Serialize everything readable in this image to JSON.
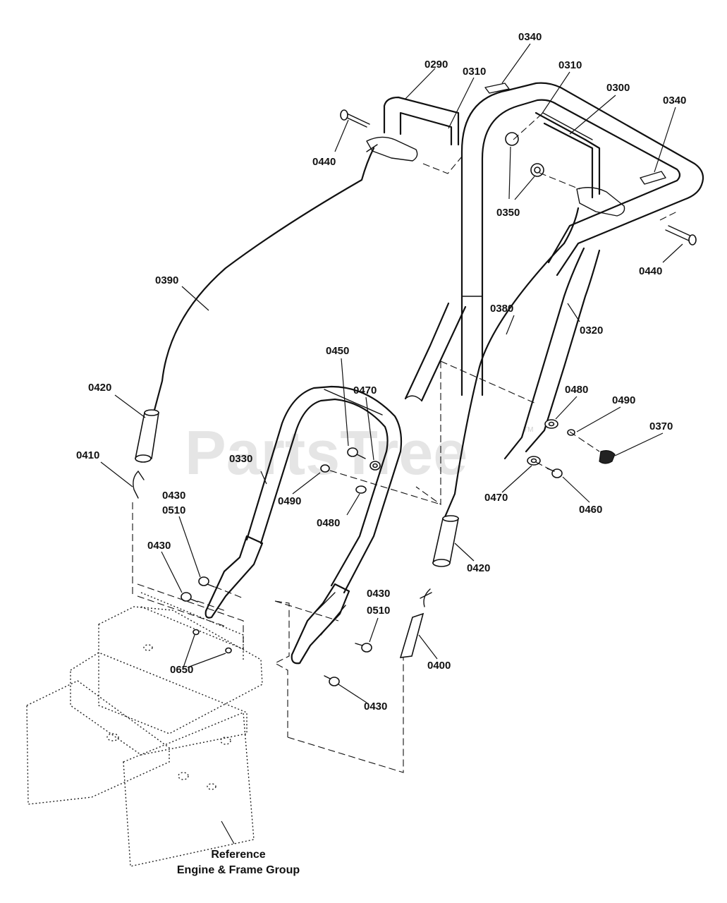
{
  "watermark": {
    "text": "PartsTree",
    "tm": "TM"
  },
  "reference_note": {
    "line1": "Reference",
    "line2": "Engine & Frame Group"
  },
  "callouts": {
    "c0340a": "0340",
    "c0290": "0290",
    "c0310a": "0310",
    "c0310b": "0310",
    "c0300": "0300",
    "c0340b": "0340",
    "c0440a": "0440",
    "c0350": "0350",
    "c0440b": "0440",
    "c0390": "0390",
    "c0380": "0380",
    "c0320": "0320",
    "c0450": "0450",
    "c0470a": "0470",
    "c0420a": "0420",
    "c0480a": "0480",
    "c0490a": "0490",
    "c0370": "0370",
    "c0410": "0410",
    "c0330": "0330",
    "c0490b": "0490",
    "c0480b": "0480",
    "c0470b": "0470",
    "c0460": "0460",
    "c0430a": "0430",
    "c0510a": "0510",
    "c0430b": "0430",
    "c0420b": "0420",
    "c0430c": "0430",
    "c0510b": "0510",
    "c0650": "0650",
    "c0400": "0400",
    "c0430d": "0430"
  }
}
